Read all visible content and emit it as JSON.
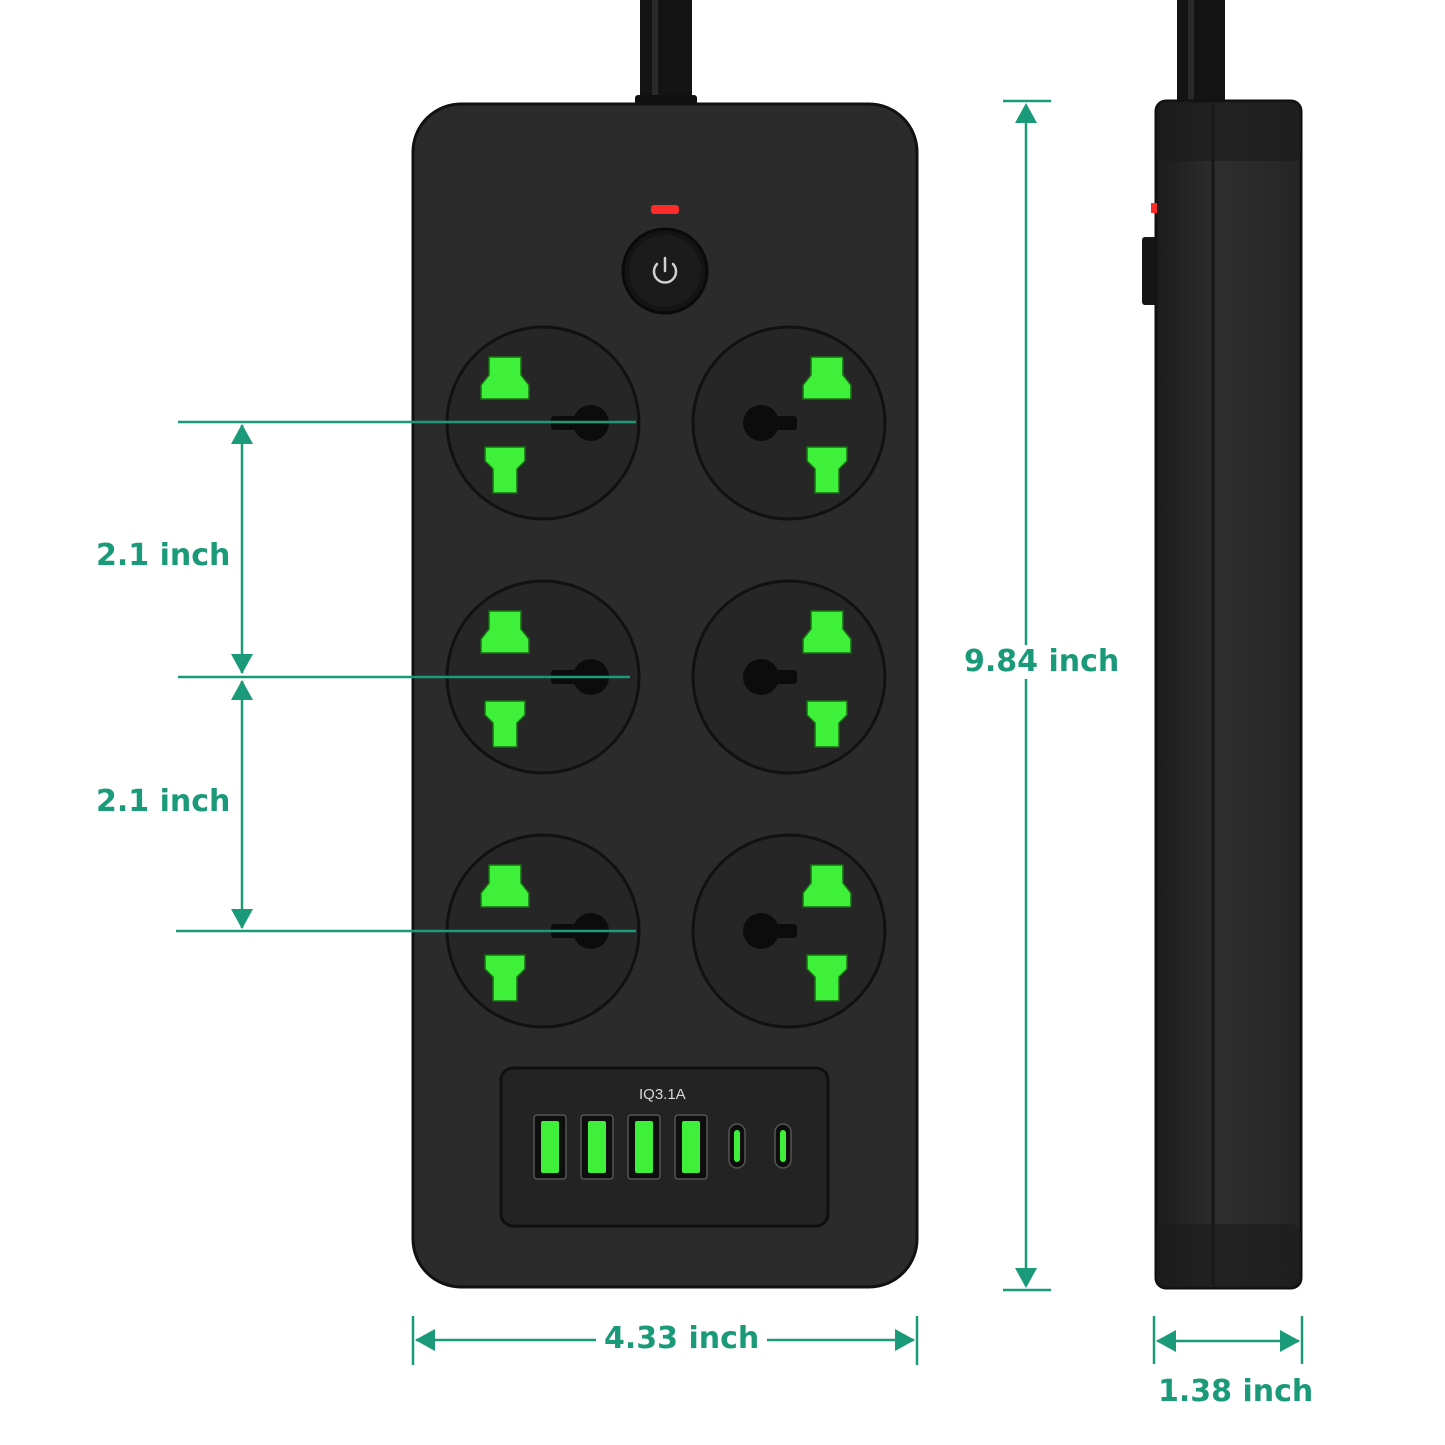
{
  "colors": {
    "accent": "#1a9a78",
    "outlet_green": "#3ff03a",
    "body": "#2b2b2b",
    "indicator": "#ff2a2a"
  },
  "dimensions": {
    "spacing_top": "2.1 inch",
    "spacing_bottom": "2.1 inch",
    "height": "9.84 inch",
    "width": "4.33 inch",
    "depth": "1.38 inch"
  },
  "usb_panel": {
    "label": "IQ3.1A",
    "usb_a_ports": 4,
    "usb_c_ports": 2
  },
  "outlet_count": 6,
  "icons": [
    "power-icon"
  ]
}
